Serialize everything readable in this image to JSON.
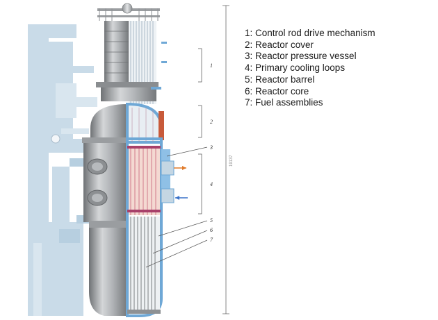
{
  "legend": [
    "1: Control rod drive mechanism",
    "2: Reactor cover",
    "3: Reactor pressure vessel",
    "4: Primary cooling loops",
    "5: Reactor barrel",
    "6: Reactor core",
    "7: Fuel assemblies"
  ],
  "callouts": [
    "1",
    "2",
    "3",
    "4",
    "5",
    "6",
    "7"
  ],
  "dimension_label": "19137",
  "colors": {
    "steel": "#a9acaf",
    "steel_dark": "#7d8083",
    "structure": "#c9dbe8",
    "vessel_wall": "#6fa8d6",
    "core_fill": "#f4d9d2",
    "core_lines": "#c0506a",
    "nozzle_arrow": "#e07a2a",
    "flow_arrow": "#3a72c8"
  }
}
